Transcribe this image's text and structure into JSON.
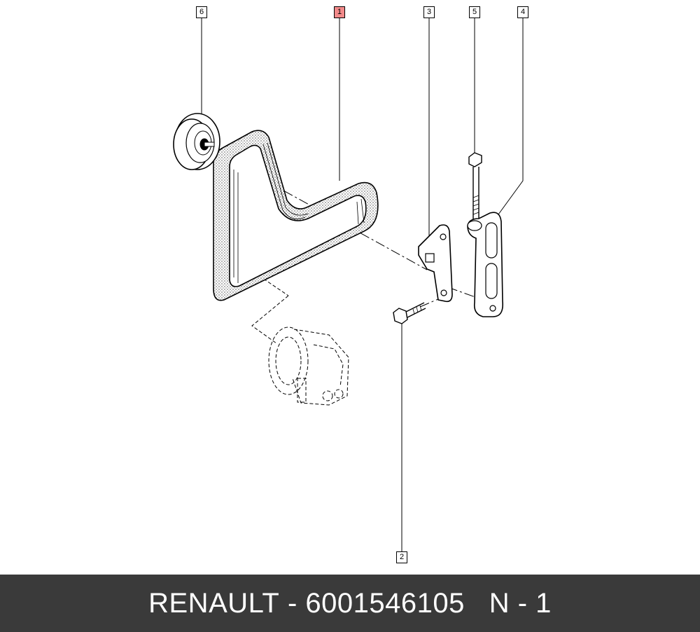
{
  "callouts": {
    "c6": "6",
    "c1": "1",
    "c3": "3",
    "c5": "5",
    "c4": "4",
    "c2": "2"
  },
  "highlight_color": "#f28a8a",
  "footer": {
    "brand": "RENAULT",
    "separator": " - ",
    "part_number": "6001546105",
    "gap": "   ",
    "ref": "N - 1"
  },
  "footer_bg": "#3a3a3a"
}
